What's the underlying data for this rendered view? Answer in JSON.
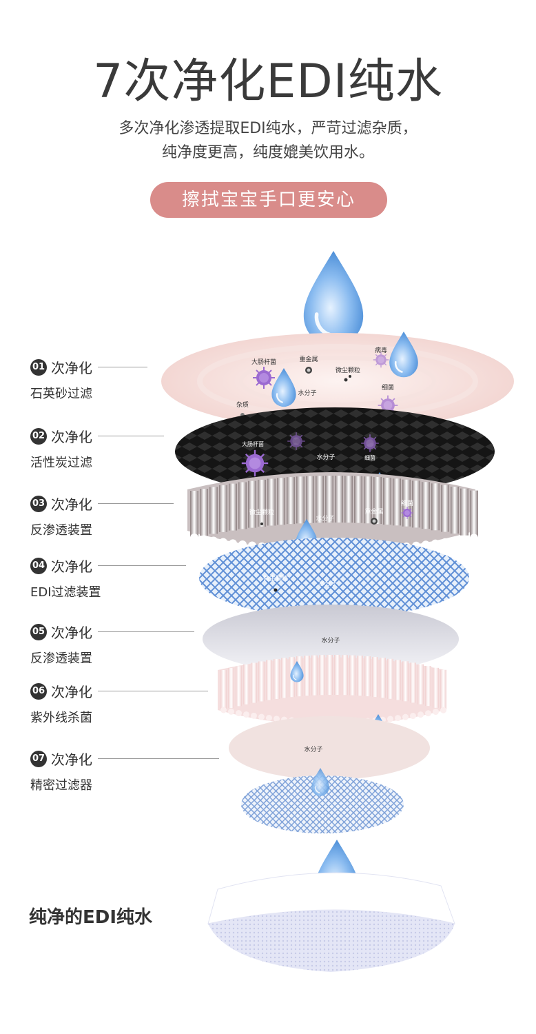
{
  "header": {
    "title": "7次净化EDI纯水",
    "subtitle_line1": "多次净化渗透提取EDI纯水，严苛过滤杂质，",
    "subtitle_line2": "纯净度更高，纯度媲美饮用水。",
    "pill_text": "擦拭宝宝手口更安心"
  },
  "steps": [
    {
      "num": "01",
      "label": "次净化",
      "desc": "石英砂过滤"
    },
    {
      "num": "02",
      "label": "次净化",
      "desc": "活性炭过滤"
    },
    {
      "num": "03",
      "label": "次净化",
      "desc": "反渗透装置"
    },
    {
      "num": "04",
      "label": "次净化",
      "desc": "EDI过滤装置"
    },
    {
      "num": "05",
      "label": "次净化",
      "desc": "反渗透装置"
    },
    {
      "num": "06",
      "label": "次净化",
      "desc": "紫外线杀菌"
    },
    {
      "num": "07",
      "label": "次净化",
      "desc": "精密过滤器"
    }
  ],
  "final_label": "纯净的EDI纯水",
  "layer_labels": {
    "l1": {
      "ecoli": "大肠杆菌",
      "metal": "重金属",
      "dust": "微尘颗粒",
      "virus": "病毒",
      "water": "水分子",
      "bacteria": "细菌",
      "impurity": "杂质"
    },
    "l2": {
      "ecoli": "大肠杆菌",
      "water": "水分子",
      "bacteria": "细菌"
    },
    "l3": {
      "dust": "微尘颗粒",
      "water": "水分子",
      "metal": "重金属",
      "bacteria": "细菌"
    },
    "l4": {
      "dust": "微尘颗粒",
      "water": "水分子"
    },
    "l5": {
      "water": "水分子"
    },
    "l7": {
      "water": "水分子"
    }
  },
  "colors": {
    "accent_pill": "#d98c8a",
    "water_drop": "#6fa8e4",
    "virus_purple": "#9b6ad1",
    "mesh_blue": "#6d97d8"
  }
}
